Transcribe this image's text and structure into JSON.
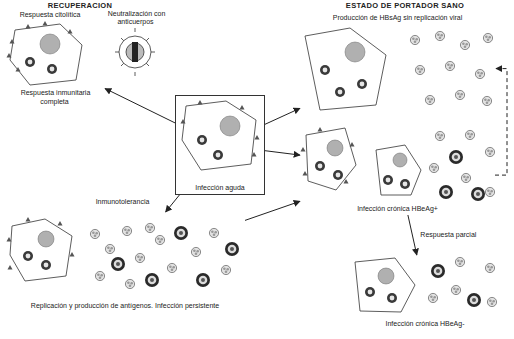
{
  "diagram": {
    "nodes": [
      {
        "text": [
          "Infección aguda"
        ]
      },
      {
        "text": [
          "Respuesta inmunitaria completa"
        ]
      },
      {
        "text": [
          "Replicación y producción de antígenos. Infección persistente"
        ]
      },
      {
        "text": [
          "Producción de HBsAg sin replicación viral"
        ]
      },
      {
        "text": [
          "Infección crónica HBeAg+"
        ]
      },
      {
        "text": [
          "Infección crónica HBeAg-"
        ]
      }
    ],
    "edges": [
      {
        "from": 0,
        "to": 1,
        "arrow": "to"
      },
      {
        "from": 0,
        "to": 2,
        "label": "Inmunotolerancia",
        "arrow": "to"
      },
      {
        "from": 0,
        "to": 3,
        "arrow": "to"
      },
      {
        "from": 0,
        "to": 4,
        "arrow": "to"
      },
      {
        "from": 2,
        "to": 4,
        "arrow": "to"
      },
      {
        "from": 4,
        "to": 5,
        "label": "Respuesta parcial",
        "arrow": "to"
      },
      {
        "from": 4,
        "to": 3,
        "arrow": "to"
      }
    ],
    "labels": [
      "RECUPERACION",
      "Respuesta citolítica",
      "Neutralización con anticuerpos",
      "ESTADO DE PORTADOR SANO"
    ]
  }
}
